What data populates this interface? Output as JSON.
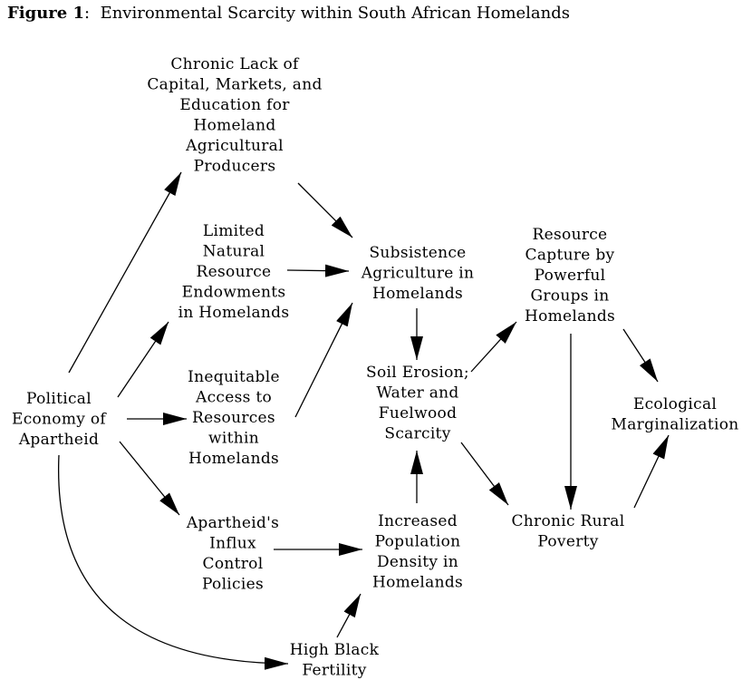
{
  "figure": {
    "label": "Figure 1",
    "separator": ":",
    "title": "Environmental Scarcity within South African Homelands"
  },
  "nodes": [
    {
      "id": "capital",
      "lines": [
        "Chronic Lack of",
        "Capital, Markets, and",
        "Education for",
        "Homeland",
        "Agricultural",
        "Producers"
      ]
    },
    {
      "id": "natural",
      "lines": [
        "Limited",
        "Natural",
        "Resource",
        "Endowments",
        "in Homelands"
      ]
    },
    {
      "id": "access",
      "lines": [
        "Inequitable",
        "Access to",
        "Resources",
        "within",
        "Homelands"
      ]
    },
    {
      "id": "apartheid",
      "lines": [
        "Political",
        "Economy of",
        "Apartheid"
      ]
    },
    {
      "id": "influx",
      "lines": [
        "Apartheid's",
        "Influx",
        "Control",
        "Policies"
      ]
    },
    {
      "id": "fertility",
      "lines": [
        "High Black",
        "Fertility"
      ]
    },
    {
      "id": "subsistence",
      "lines": [
        "Subsistence",
        "Agriculture in",
        "Homelands"
      ]
    },
    {
      "id": "erosion",
      "lines": [
        "Soil Erosion;",
        "Water and",
        "Fuelwood",
        "Scarcity"
      ]
    },
    {
      "id": "density",
      "lines": [
        "Increased",
        "Population",
        "Density in",
        "Homelands"
      ]
    },
    {
      "id": "capture",
      "lines": [
        "Resource",
        "Capture by",
        "Powerful",
        "Groups in",
        "Homelands"
      ]
    },
    {
      "id": "poverty",
      "lines": [
        "Chronic Rural",
        "Poverty"
      ]
    },
    {
      "id": "ecological",
      "lines": [
        "Ecological",
        "Marginalization"
      ]
    }
  ],
  "edges": [
    {
      "from": "apartheid",
      "to": "capital"
    },
    {
      "from": "apartheid",
      "to": "natural"
    },
    {
      "from": "apartheid",
      "to": "access"
    },
    {
      "from": "apartheid",
      "to": "influx"
    },
    {
      "from": "apartheid",
      "to": "fertility"
    },
    {
      "from": "capital",
      "to": "subsistence"
    },
    {
      "from": "natural",
      "to": "subsistence"
    },
    {
      "from": "access",
      "to": "subsistence"
    },
    {
      "from": "subsistence",
      "to": "erosion"
    },
    {
      "from": "erosion",
      "to": "capture"
    },
    {
      "from": "erosion",
      "to": "poverty"
    },
    {
      "from": "influx",
      "to": "density"
    },
    {
      "from": "fertility",
      "to": "density"
    },
    {
      "from": "density",
      "to": "erosion"
    },
    {
      "from": "capture",
      "to": "poverty"
    },
    {
      "from": "capture",
      "to": "ecological"
    },
    {
      "from": "poverty",
      "to": "ecological"
    }
  ]
}
